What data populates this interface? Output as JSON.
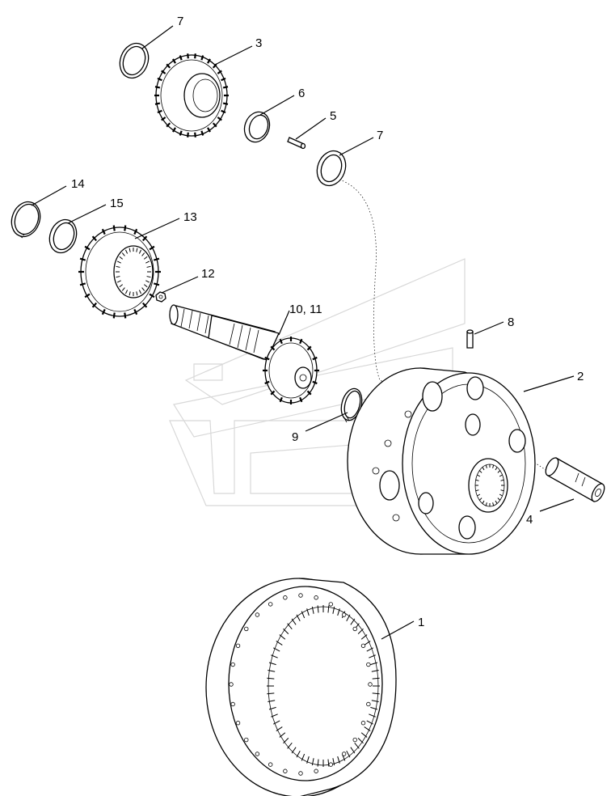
{
  "diagram": {
    "callouts": [
      {
        "id": "7a",
        "text": "7"
      },
      {
        "id": "3",
        "text": "3"
      },
      {
        "id": "6",
        "text": "6"
      },
      {
        "id": "5",
        "text": "5"
      },
      {
        "id": "7b",
        "text": "7"
      },
      {
        "id": "14",
        "text": "14"
      },
      {
        "id": "15",
        "text": "15"
      },
      {
        "id": "13",
        "text": "13"
      },
      {
        "id": "12",
        "text": "12"
      },
      {
        "id": "10_11",
        "text": "10, 11"
      },
      {
        "id": "8",
        "text": "8"
      },
      {
        "id": "2",
        "text": "2"
      },
      {
        "id": "9",
        "text": "9"
      },
      {
        "id": "4",
        "text": "4"
      },
      {
        "id": "1",
        "text": "1"
      }
    ]
  }
}
